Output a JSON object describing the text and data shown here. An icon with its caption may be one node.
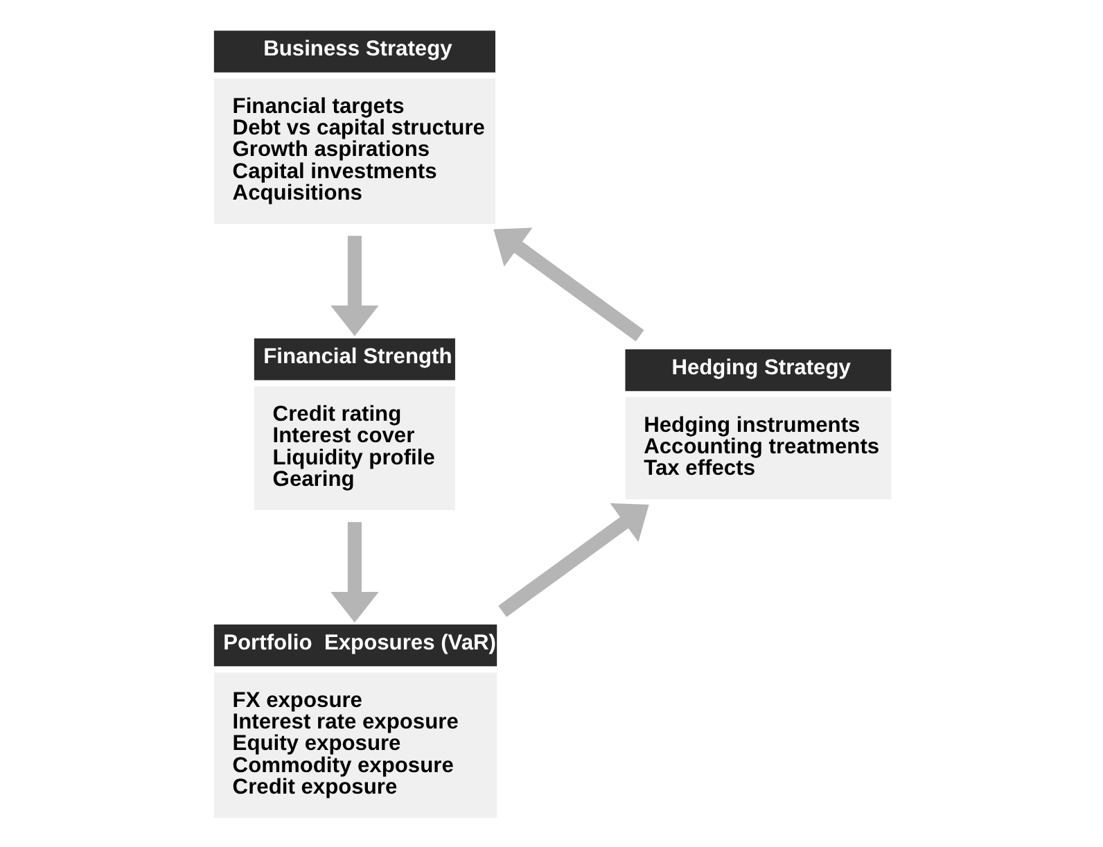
{
  "diagram": {
    "nodes": [
      {
        "text": [
          "Business Strategy",
          "Financial targets",
          "Debt vs capital structure",
          "Growth aspirations",
          "Capital investments",
          "Acquisitions"
        ]
      },
      {
        "text": [
          "Financial Strength",
          "Credit rating",
          "Interest cover",
          "Liquidity profile",
          "Gearing"
        ]
      },
      {
        "text": [
          "Portfolio  Exposures (VaR)",
          "FX exposure",
          "Interest rate exposure",
          "Equity exposure",
          "Commodity exposure",
          "Credit exposure"
        ]
      },
      {
        "text": [
          "Hedging Strategy",
          "Hedging instruments",
          "Accounting treatments",
          "Tax effects"
        ]
      }
    ],
    "edges": [
      {
        "from": 0,
        "to": 1,
        "arrow": "to"
      },
      {
        "from": 1,
        "to": 2,
        "arrow": "to"
      },
      {
        "from": 2,
        "to": 3,
        "arrow": "to"
      },
      {
        "from": 3,
        "to": 0,
        "arrow": "to"
      }
    ]
  }
}
